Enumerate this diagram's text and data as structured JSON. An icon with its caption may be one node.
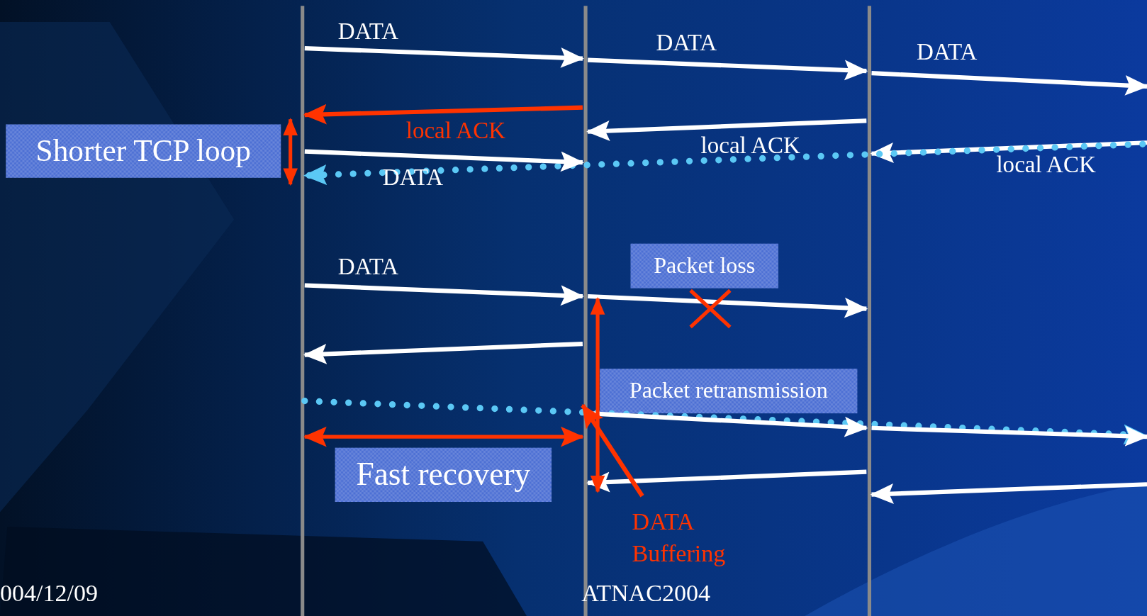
{
  "diagram": {
    "nodes": [
      {
        "text": [],
        "shape": "bar"
      },
      {
        "text": [],
        "shape": "bar"
      },
      {
        "text": [],
        "shape": "bar"
      },
      {
        "text": [
          "Shorter TCP loop"
        ]
      },
      {
        "text": [
          "Packet loss"
        ]
      },
      {
        "text": [
          "Packet retransmission"
        ]
      },
      {
        "text": [
          "Fast recovery"
        ]
      },
      {
        "text": [
          "DATA Buffering"
        ]
      }
    ],
    "edges": [
      {
        "from": 0,
        "to": 1,
        "arrow": "to",
        "label": "DATA"
      },
      {
        "from": 1,
        "to": 2,
        "arrow": "to",
        "label": "DATA"
      },
      {
        "from": 2,
        "to": null,
        "arrow": "to",
        "label": "DATA"
      },
      {
        "from": 1,
        "to": 0,
        "arrow": "to",
        "label": "local ACK",
        "color": "#ff3300"
      },
      {
        "from": 2,
        "to": 1,
        "arrow": "to",
        "label": "local ACK"
      },
      {
        "from": null,
        "to": 2,
        "arrow": "to",
        "label": "local ACK"
      },
      {
        "from": null,
        "to": 0,
        "arrow": "to",
        "style": "dashed",
        "color": "#5bc8f5"
      },
      {
        "from": 0,
        "to": 1,
        "arrow": "to",
        "label": "DATA"
      },
      {
        "from": 0,
        "to": 1,
        "arrow": "to",
        "label": "DATA"
      },
      {
        "from": 1,
        "to": 2,
        "arrow": "to"
      },
      {
        "from": 1,
        "to": 0,
        "arrow": "to"
      },
      {
        "from": 0,
        "to": null,
        "arrow": "to",
        "style": "dashed",
        "color": "#5bc8f5"
      },
      {
        "from": 1,
        "to": 2,
        "arrow": "to"
      },
      {
        "from": 2,
        "to": null,
        "arrow": "to"
      },
      {
        "from": 2,
        "to": 1,
        "arrow": "to"
      },
      {
        "from": null,
        "to": 2,
        "arrow": "to"
      },
      {
        "from": 7,
        "to": 1,
        "arrow": "to",
        "color": "#ff3300"
      },
      {
        "from": 0,
        "to": 1,
        "arrow": "both",
        "color": "#ff3300"
      }
    ],
    "labels": [
      "004/12/09",
      "ATNAC2004"
    ]
  }
}
